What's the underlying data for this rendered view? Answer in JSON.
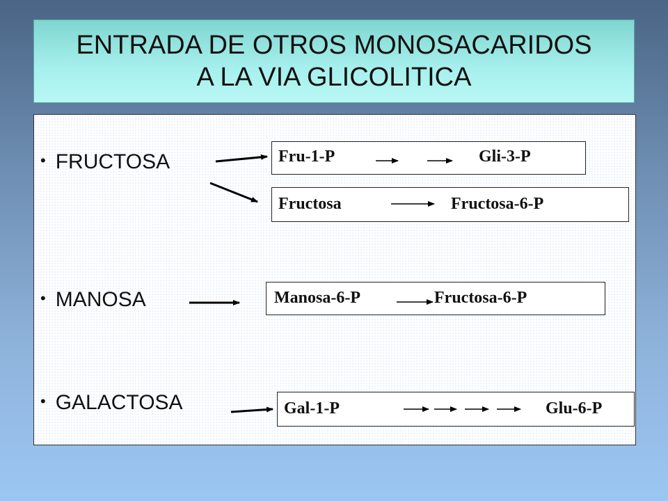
{
  "title": {
    "line1": "ENTRADA DE OTROS MONOSACARIDOS",
    "line2": "A LA VIA GLICOLITICA"
  },
  "bullet_glyph": "•",
  "bullets": {
    "fructosa": "FRUCTOSA",
    "manosa": "MANOSA",
    "galactosa": "GALACTOSA"
  },
  "pathways": {
    "fru1p": {
      "start": "Fru-1-P",
      "end": "Gli-3-P"
    },
    "fructosa": {
      "start": "Fructosa",
      "end": "Fructosa-6-P"
    },
    "manosa": {
      "start": "Manosa-6-P",
      "end": "Fructosa-6-P"
    },
    "galactosa": {
      "start": "Gal-1-P",
      "end": "Glu-6-P"
    }
  }
}
